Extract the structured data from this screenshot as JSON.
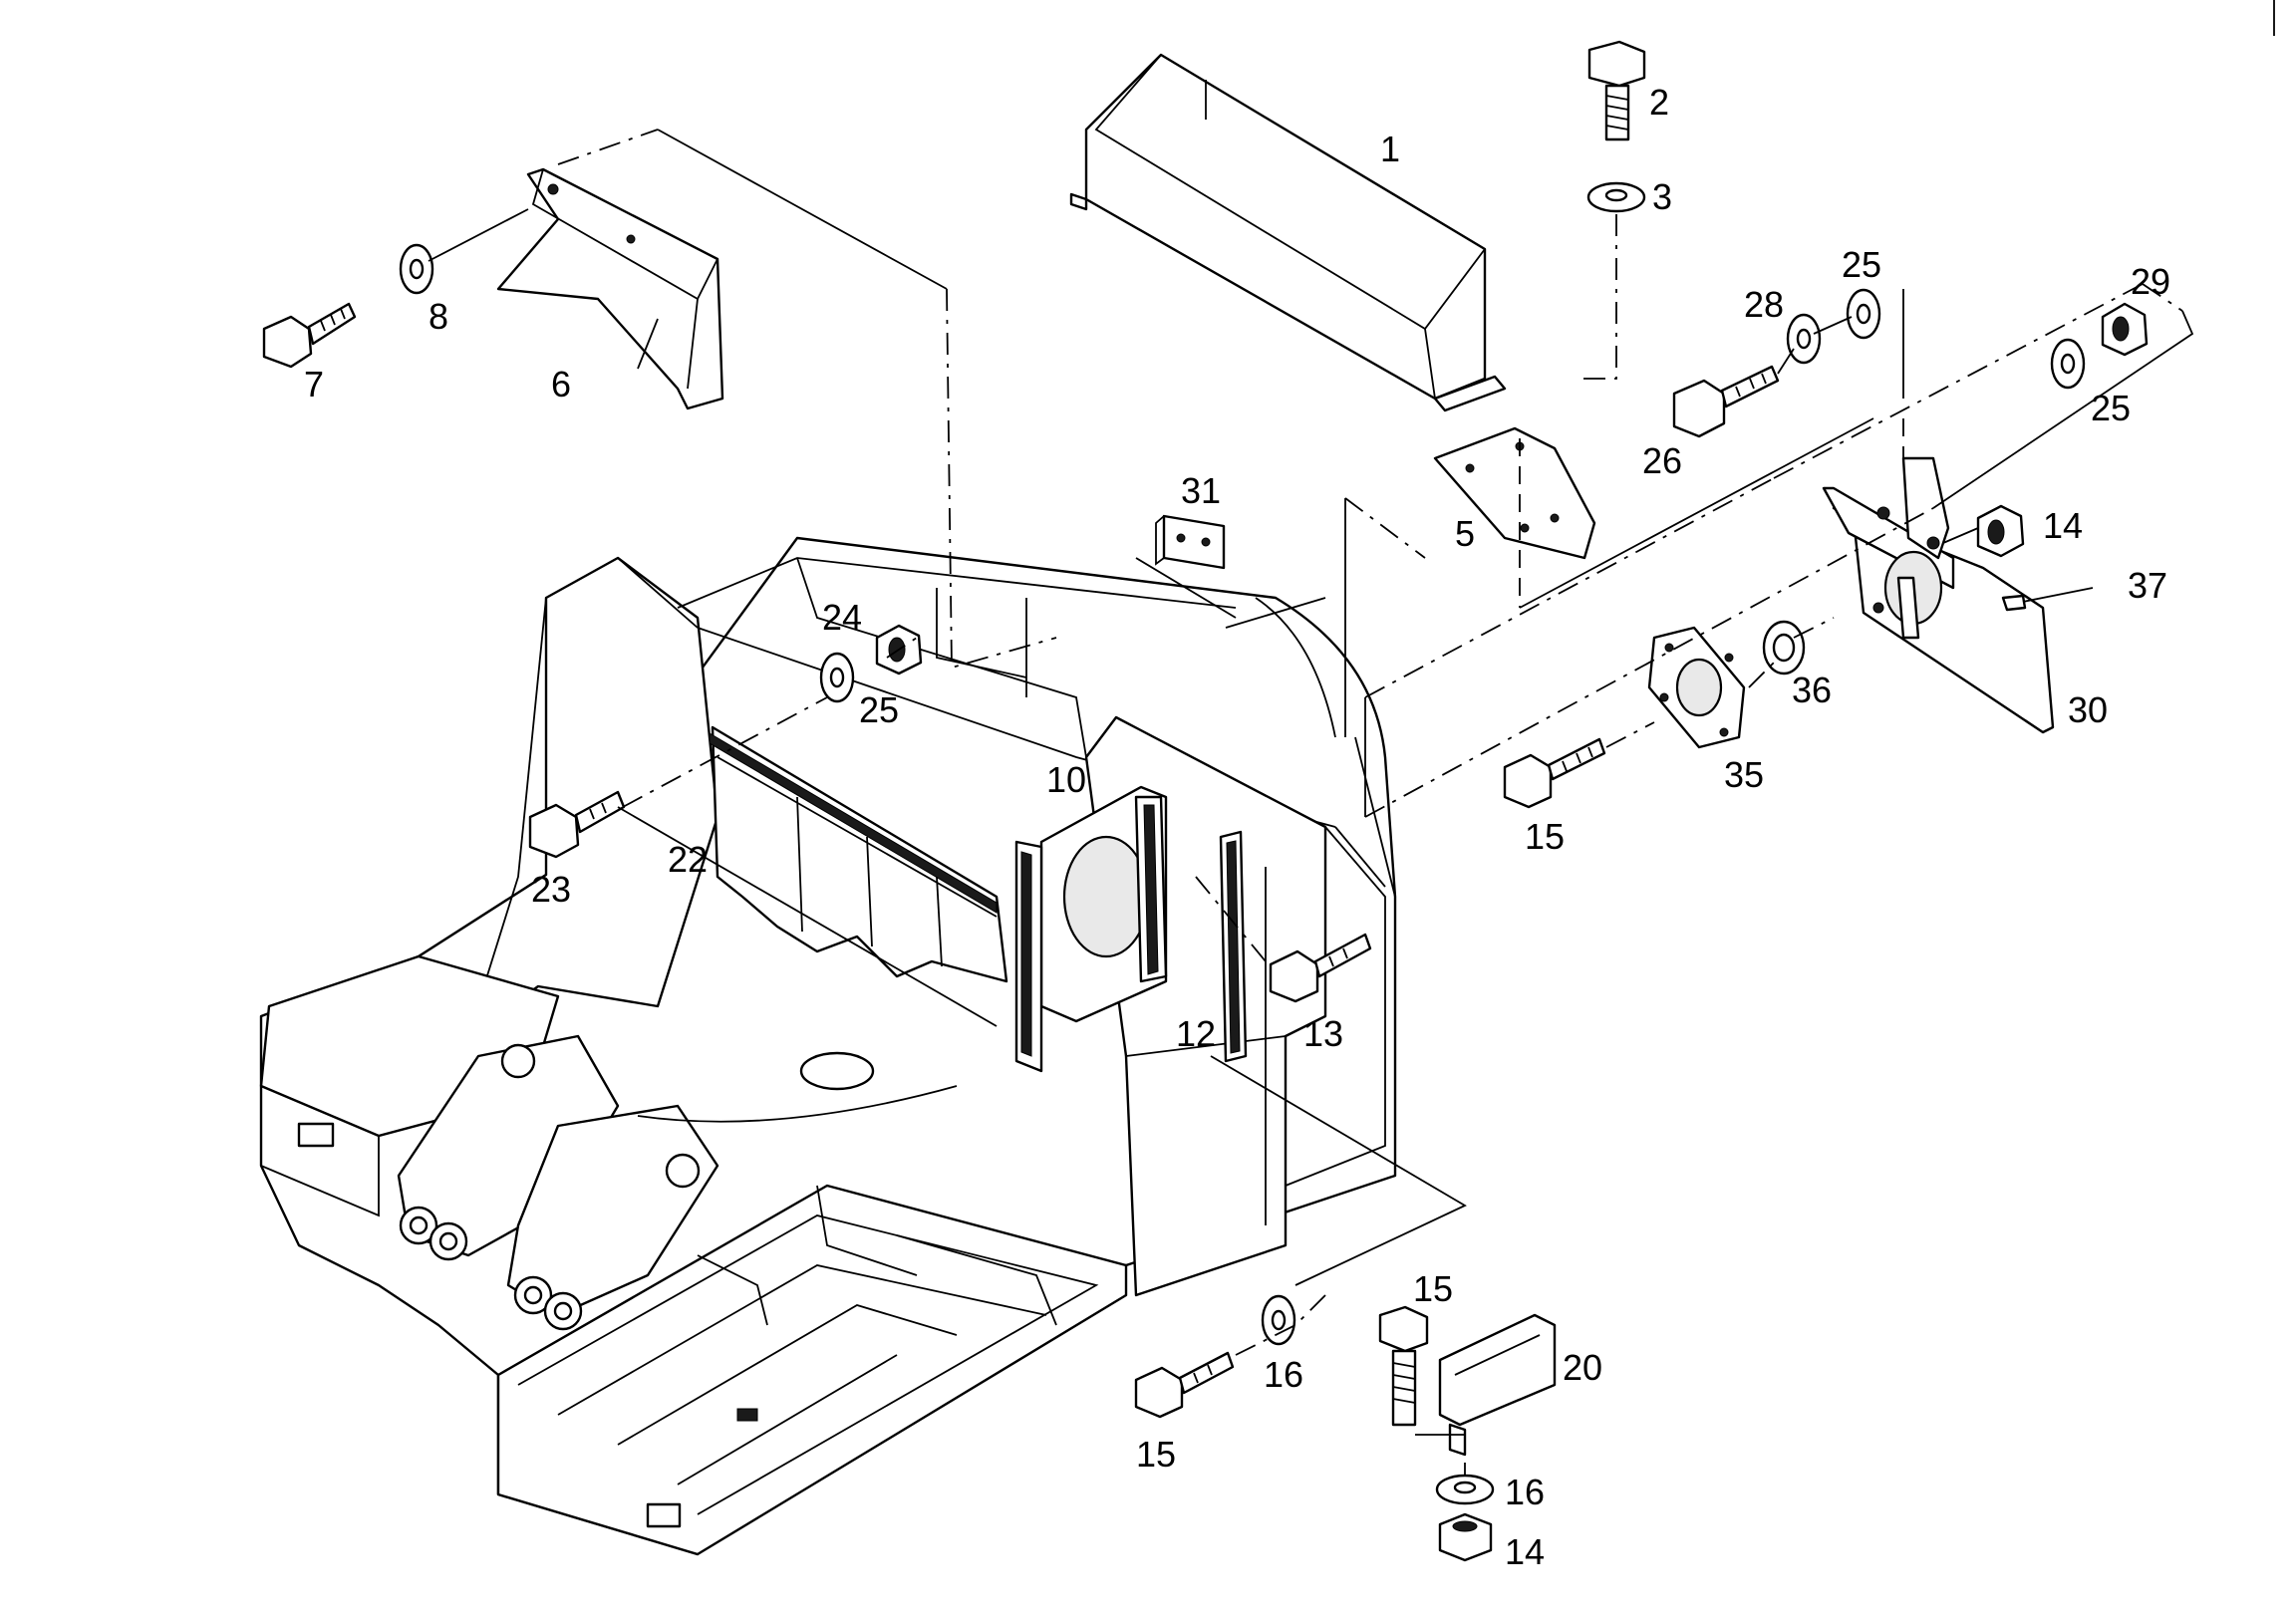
{
  "callouts": {
    "c1": "1",
    "c2": "2",
    "c3": "3",
    "c5": "5",
    "c6": "6",
    "c7": "7",
    "c8": "8",
    "c10": "10",
    "c12": "12",
    "c13": "13",
    "c14a": "14",
    "c14b": "14",
    "c15a": "15",
    "c15b": "15",
    "c15c": "15",
    "c16a": "16",
    "c16b": "16",
    "c20": "20",
    "c22": "22",
    "c23": "23",
    "c24": "24",
    "c25a": "25",
    "c25b": "25",
    "c25c": "25",
    "c26": "26",
    "c28": "28",
    "c29": "29",
    "c30": "30",
    "c31": "31",
    "c35": "35",
    "c36": "36",
    "c37": "37"
  },
  "icons": {
    "bolt": "hex-bolt-icon",
    "nut": "hex-nut-icon",
    "washer": "washer-icon"
  }
}
